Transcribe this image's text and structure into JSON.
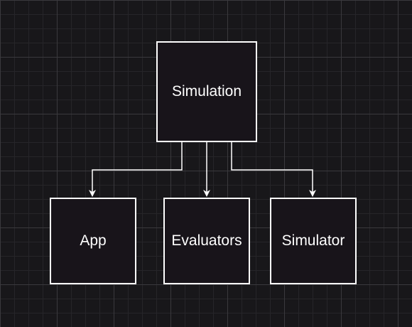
{
  "diagram": {
    "type": "tree",
    "colors": {
      "background": "#18171a",
      "node_fill": "#18141a",
      "stroke": "#ffffff",
      "text": "#ffffff",
      "grid": "#3a393d"
    },
    "nodes": [
      {
        "id": "simulation",
        "label": "Simulation"
      },
      {
        "id": "app",
        "label": "App"
      },
      {
        "id": "evaluators",
        "label": "Evaluators"
      },
      {
        "id": "simulator",
        "label": "Simulator"
      }
    ],
    "edges": [
      {
        "from": "simulation",
        "to": "app"
      },
      {
        "from": "simulation",
        "to": "evaluators"
      },
      {
        "from": "simulation",
        "to": "simulator"
      }
    ]
  }
}
